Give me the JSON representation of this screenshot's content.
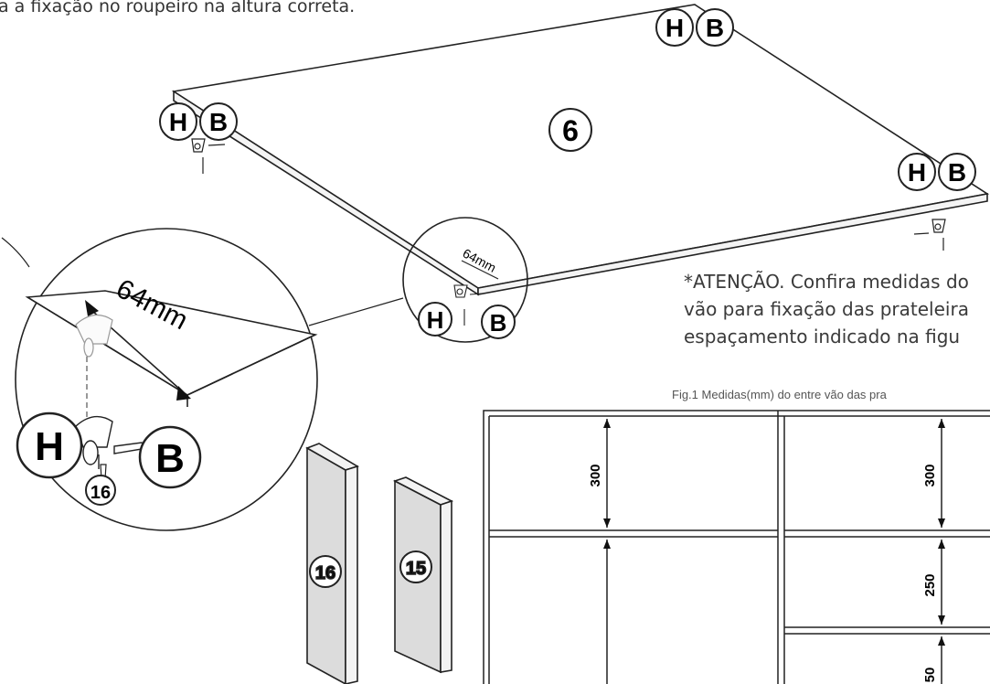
{
  "intro_text": "a a fixação no roupeiro na altura correta.",
  "panel_number": "6",
  "bracket_labels": {
    "H": "H",
    "B": "B"
  },
  "spacing_label": "64mm",
  "screw_part": "16",
  "side_panels": [
    "16",
    "15"
  ],
  "attention_note": [
    "*ATENÇÃO. Confira medidas do",
    "vão para fixação das prateleira",
    "espaçamento indicado na figu"
  ],
  "figure_caption": "Fig.1 Medidas(mm) do entre vão das pra",
  "dimensions": {
    "left_top": "300",
    "right_top": "300",
    "right_middle": "250",
    "right_bottom": "50"
  }
}
